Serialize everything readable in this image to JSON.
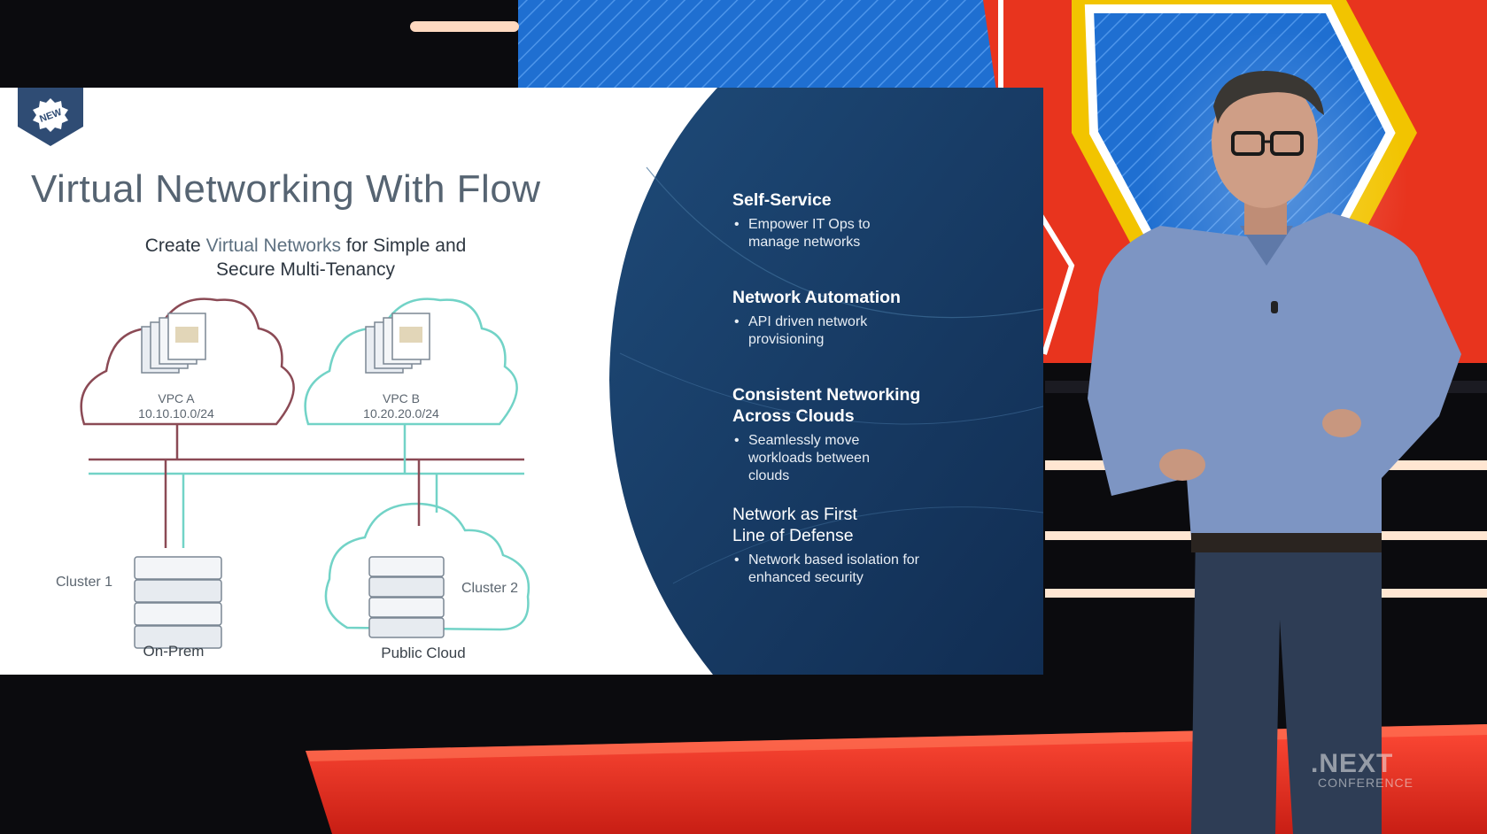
{
  "badge": {
    "text": "NEW"
  },
  "slide": {
    "title": "Virtual Networking With Flow",
    "subtitle_before": "Create ",
    "subtitle_highlight": "Virtual Networks",
    "subtitle_after": " for Simple and Secure Multi-Tenancy"
  },
  "diagram": {
    "vpc_a": {
      "name": "VPC A",
      "cidr": "10.10.10.0/24"
    },
    "vpc_b": {
      "name": "VPC B",
      "cidr": "10.20.20.0/24"
    },
    "cluster1_label": "Cluster 1",
    "cluster2_label": "Cluster 2",
    "onprem_label": "On-Prem",
    "public_cloud_label": "Public Cloud",
    "colors": {
      "maroon": "#8b4a55",
      "teal": "#72d3c7"
    }
  },
  "features": [
    {
      "title": "Self-Service",
      "bullet": "Empower IT Ops to manage networks"
    },
    {
      "title": "Network Automation",
      "bullet": "API driven network provisioning"
    },
    {
      "title": "Consistent Networking Across Clouds",
      "bullet": "Seamlessly move workloads between clouds"
    },
    {
      "title": "Network as First Line of Defense",
      "bullet": "Network based isolation for enhanced security"
    }
  ],
  "watermark": {
    "line1": ".NEXT",
    "line2": "CONFERENCE"
  },
  "colors": {
    "slide_panel": "#1a3d66",
    "stage_red": "#e0291f",
    "stage_yellow": "#f2c400"
  }
}
